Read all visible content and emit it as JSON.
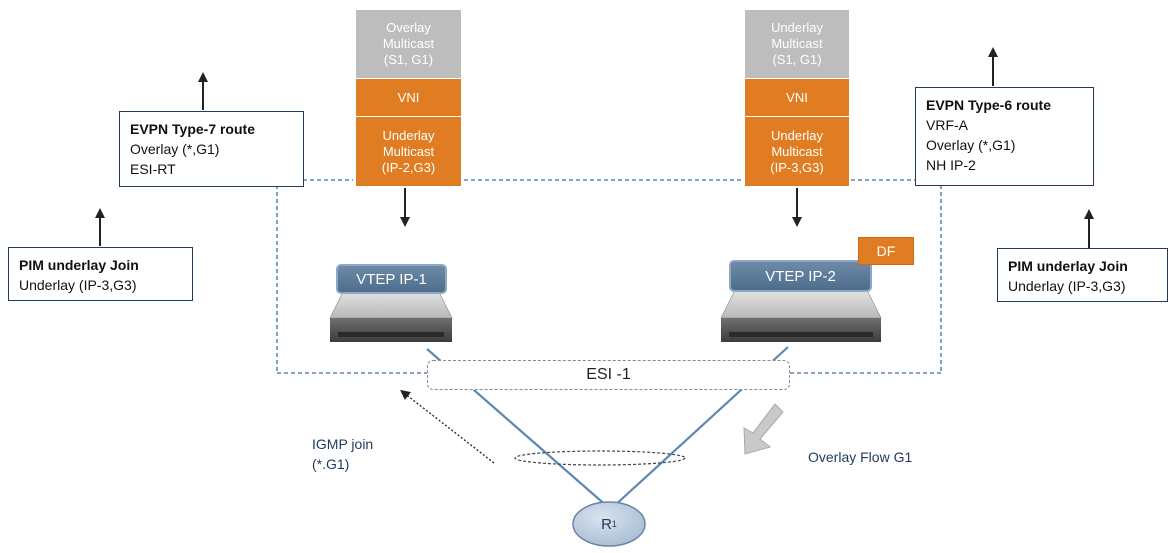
{
  "left_stack": {
    "top": "Overlay\nMulticast\n(S1, G1)",
    "middle": "VNI",
    "bottom": "Underlay\nMulticast\n(IP-2,G3)"
  },
  "right_stack": {
    "top": "Underlay\nMulticast\n(S1, G1)",
    "middle": "VNI",
    "bottom": "Underlay\nMulticast\n(IP-3,G3)"
  },
  "type7_box": {
    "title": "EVPN Type-7 route",
    "lines": [
      "Overlay (*,G1)",
      "ESI-RT"
    ]
  },
  "type6_box": {
    "title": "EVPN Type-6 route",
    "lines": [
      "VRF-A",
      "Overlay (*,G1)",
      "NH IP-2"
    ]
  },
  "pim_left": {
    "title": "PIM underlay Join",
    "lines": [
      "Underlay (IP-3,G3)"
    ]
  },
  "pim_right": {
    "title": "PIM underlay Join",
    "lines": [
      "Underlay (IP-3,G3)"
    ]
  },
  "vtep1": {
    "label": "VTEP IP-1"
  },
  "vtep2": {
    "label": "VTEP IP-2"
  },
  "df_badge": "DF",
  "esi_label": "ESI -1",
  "igmp_label": "IGMP join\n(*.G1)",
  "flow_label": "Overlay Flow G1",
  "r1_label": {
    "main": "R",
    "sub": "1"
  },
  "colors": {
    "orange": "#e07c22",
    "gray": "#bdbdbd",
    "navy": "#1f3a5a",
    "vtep_blue": "#5f7f9f",
    "link_blue": "#5d88b3",
    "dashed_blue": "#3d6f9f"
  }
}
